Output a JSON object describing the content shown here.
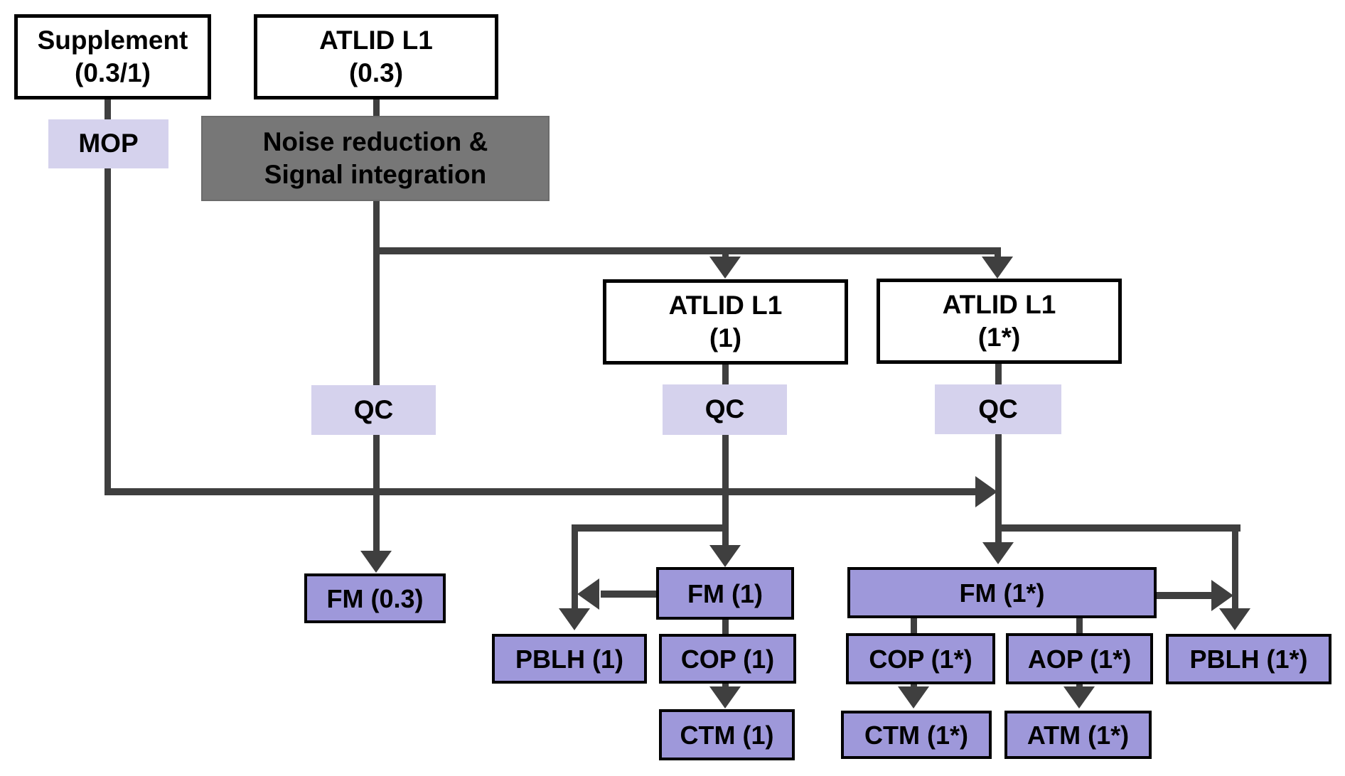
{
  "colors": {
    "purple": "#9e98da",
    "lavender": "#d5d2ed",
    "gray": "#777777",
    "gray-border": "#6b6b6b",
    "line": "#3f3f3f",
    "border": "#000000",
    "bg": "#ffffff"
  },
  "nodes": {
    "supplement": {
      "line1": "Supplement",
      "line2": "(0.3/1)"
    },
    "atlid_l1_03": {
      "line1": "ATLID L1",
      "line2": "(0.3)"
    },
    "mop": {
      "label": "MOP"
    },
    "noise_reduction": {
      "line1": "Noise reduction &",
      "line2": "Signal integration"
    },
    "atlid_l1_1": {
      "line1": "ATLID L1",
      "line2": "(1)"
    },
    "atlid_l1_1star": {
      "line1": "ATLID L1",
      "line2": "(1*)"
    },
    "qc_left": {
      "label": "QC"
    },
    "qc_mid": {
      "label": "QC"
    },
    "qc_right": {
      "label": "QC"
    },
    "fm_03": {
      "label": "FM (0.3)"
    },
    "fm_1": {
      "label": "FM (1)"
    },
    "fm_1star": {
      "label": "FM (1*)"
    },
    "pblh_1": {
      "label": "PBLH (1)"
    },
    "cop_1": {
      "label": "COP (1)"
    },
    "ctm_1": {
      "label": "CTM (1)"
    },
    "cop_1star": {
      "label": "COP (1*)"
    },
    "aop_1star": {
      "label": "AOP (1*)"
    },
    "atm_1star": {
      "label": "ATM (1*)"
    },
    "pblh_1star": {
      "label": "PBLH (1*)"
    },
    "ctm_1star": {
      "label": "CTM (1*)"
    }
  }
}
